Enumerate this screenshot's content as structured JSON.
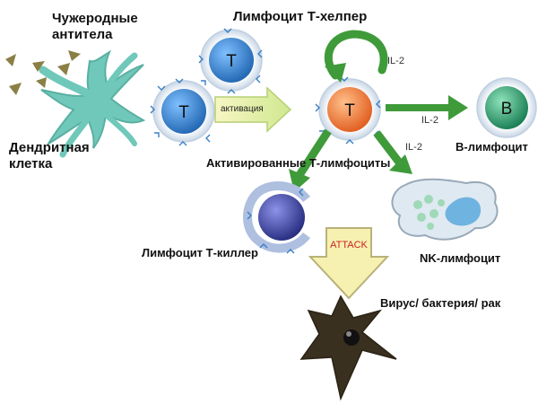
{
  "labels": {
    "foreign_antibodies": "Чужеродные антитела",
    "dendritic_cell": "Дендритная клетка",
    "t_helper": "Лимфоцит Т-хелпер",
    "activation": "активация",
    "activated_t": "Активированные Т-лимфоциты",
    "b_lymphocyte": "В-лимфоцит",
    "t_killer": "Лимфоцит Т-киллер",
    "nk_lymphocyte": "NK-лимфоцит",
    "target": "Вирус/ бактерия/ рак",
    "attack": "ATTACK",
    "il2_top": "IL-2",
    "il2_b": "IL-2",
    "il2_lower": "IL-2"
  },
  "cells": {
    "t_upper": "T",
    "t_lower": "T",
    "t_helper": "T",
    "b_cell": "B"
  },
  "colors": {
    "green_arrow": "#3f9a3a",
    "dendritic": "#6fc8b9",
    "t_cell": "#2f7fc5",
    "t_helper": "#f27a3a",
    "b_cell": "#27a06c",
    "killer": "#3a3f9c",
    "nk_body": "#dfe9f1",
    "attack_arrow": "#f6f1b0",
    "attack_text": "#cc2222",
    "virus": "#3a3020"
  }
}
